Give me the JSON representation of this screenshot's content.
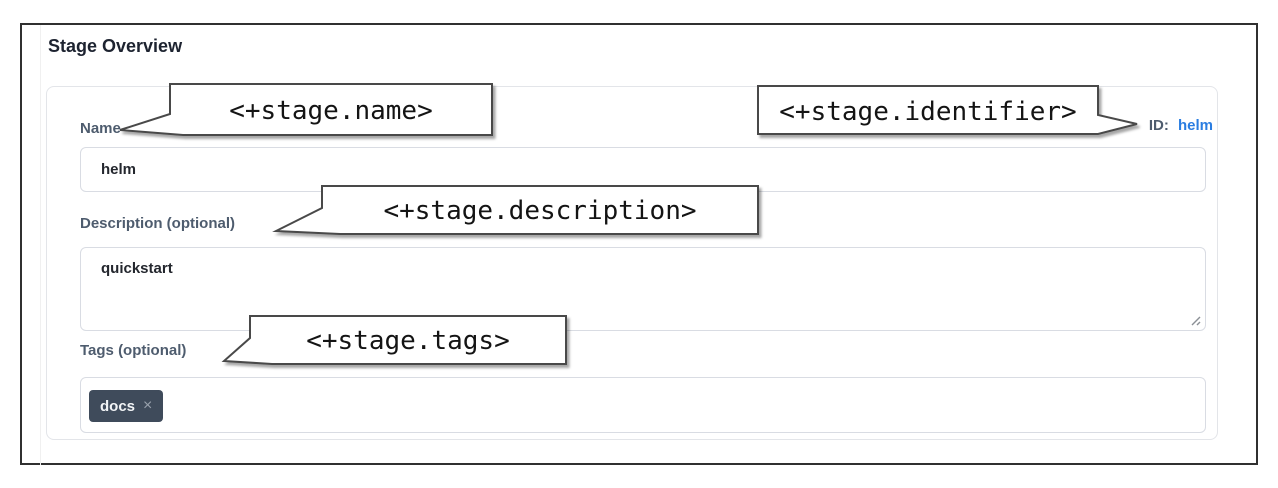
{
  "page": {
    "title": "Stage Overview"
  },
  "form": {
    "name": {
      "label": "Name",
      "value": "helm"
    },
    "identifier": {
      "label": "ID:",
      "value": "helm"
    },
    "description": {
      "label": "Description (optional)",
      "value": "quickstart"
    },
    "tags": {
      "label": "Tags (optional)",
      "chips": [
        {
          "label": "docs",
          "remove_icon": "×"
        }
      ]
    }
  },
  "annotations": [
    {
      "expression": "<+stage.name>"
    },
    {
      "expression": "<+stage.identifier>"
    },
    {
      "expression": "<+stage.description>"
    },
    {
      "expression": "<+stage.tags>"
    }
  ],
  "colors": {
    "link_blue": "#2a7de1",
    "label_slate": "#4e5c6e",
    "chip_bg": "#3f4b5b",
    "frame_border": "#303030"
  }
}
